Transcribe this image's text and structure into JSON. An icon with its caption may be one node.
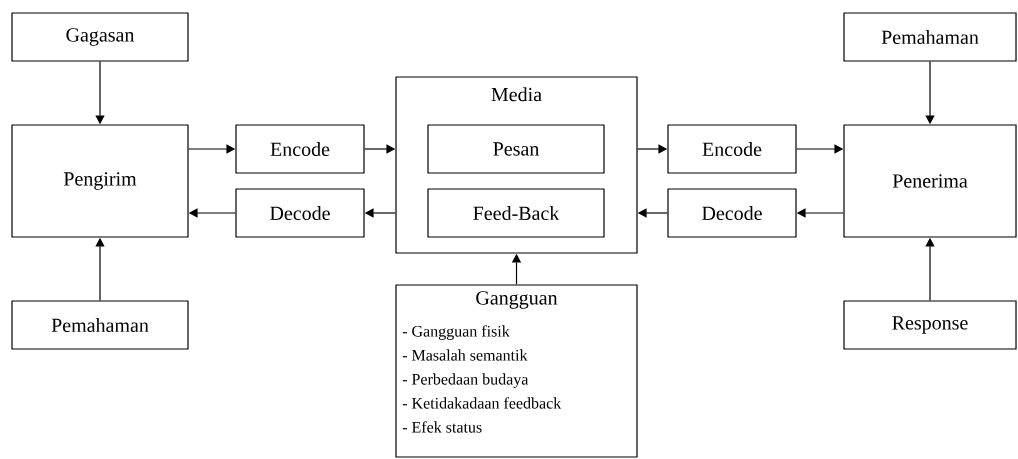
{
  "diagram": {
    "nodes": [
      {
        "text": [
          "Gagasan"
        ]
      },
      {
        "text": [
          "Pengirim"
        ]
      },
      {
        "text": [
          "Pemahaman"
        ]
      },
      {
        "text": [
          "Encode"
        ]
      },
      {
        "text": [
          "Decode"
        ]
      },
      {
        "text": [
          "Media"
        ]
      },
      {
        "text": [
          "Pesan"
        ],
        "in": 5
      },
      {
        "text": [
          "Feed-Back"
        ],
        "in": 5
      },
      {
        "text": [
          "Gangguan",
          "- Gangguan fisik",
          "- Masalah semantik",
          "- Perbedaan budaya",
          "- Ketidakadaan feedback",
          "- Efek status"
        ]
      },
      {
        "text": [
          "Encode"
        ]
      },
      {
        "text": [
          "Decode"
        ]
      },
      {
        "text": [
          "Penerima"
        ]
      },
      {
        "text": [
          "Pemahaman"
        ]
      },
      {
        "text": [
          "Response"
        ]
      }
    ],
    "edges": [
      {
        "from": 0,
        "to": 1,
        "arrow": "to"
      },
      {
        "from": 2,
        "to": 1,
        "arrow": "to"
      },
      {
        "from": 1,
        "to": 3,
        "arrow": "to"
      },
      {
        "from": 3,
        "to": 5,
        "arrow": "to"
      },
      {
        "from": 5,
        "to": 4,
        "arrow": "to"
      },
      {
        "from": 4,
        "to": 1,
        "arrow": "to"
      },
      {
        "from": 8,
        "to": 5,
        "arrow": "to"
      },
      {
        "from": 5,
        "to": 9,
        "arrow": "to"
      },
      {
        "from": 9,
        "to": 11,
        "arrow": "to"
      },
      {
        "from": 11,
        "to": 10,
        "arrow": "to"
      },
      {
        "from": 10,
        "to": 5,
        "arrow": "to"
      },
      {
        "from": 12,
        "to": 11,
        "arrow": "to"
      },
      {
        "from": 13,
        "to": 11,
        "arrow": "to"
      }
    ]
  }
}
